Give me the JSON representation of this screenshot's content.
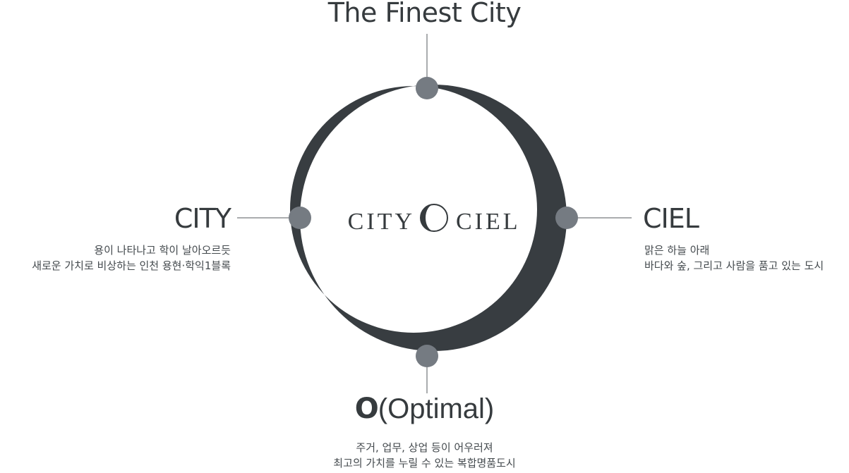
{
  "top": {
    "title": "The Finest City"
  },
  "left": {
    "title": "CITY",
    "lines": [
      "용이 나타나고 학이 날아오르듯",
      "새로운 가치로 비상하는 인천 용현·학익1블록"
    ]
  },
  "right": {
    "title": "CIEL",
    "lines": [
      "맑은 하늘 아래",
      "바다와 숲, 그리고 사람을 품고 있는 도시"
    ]
  },
  "bottom": {
    "title_main": "O",
    "title_paren": "(Optimal)",
    "lines": [
      "주거, 업무, 상업 등이 어우러져",
      "최고의 가치를 누릴 수 있는 복합명품도시"
    ]
  },
  "logo": {
    "left_word": "CITY",
    "right_word": "CIEL"
  },
  "colors": {
    "ring": "#383d41",
    "node": "#757b82",
    "line": "#555a5e",
    "text": "#363b3e"
  }
}
